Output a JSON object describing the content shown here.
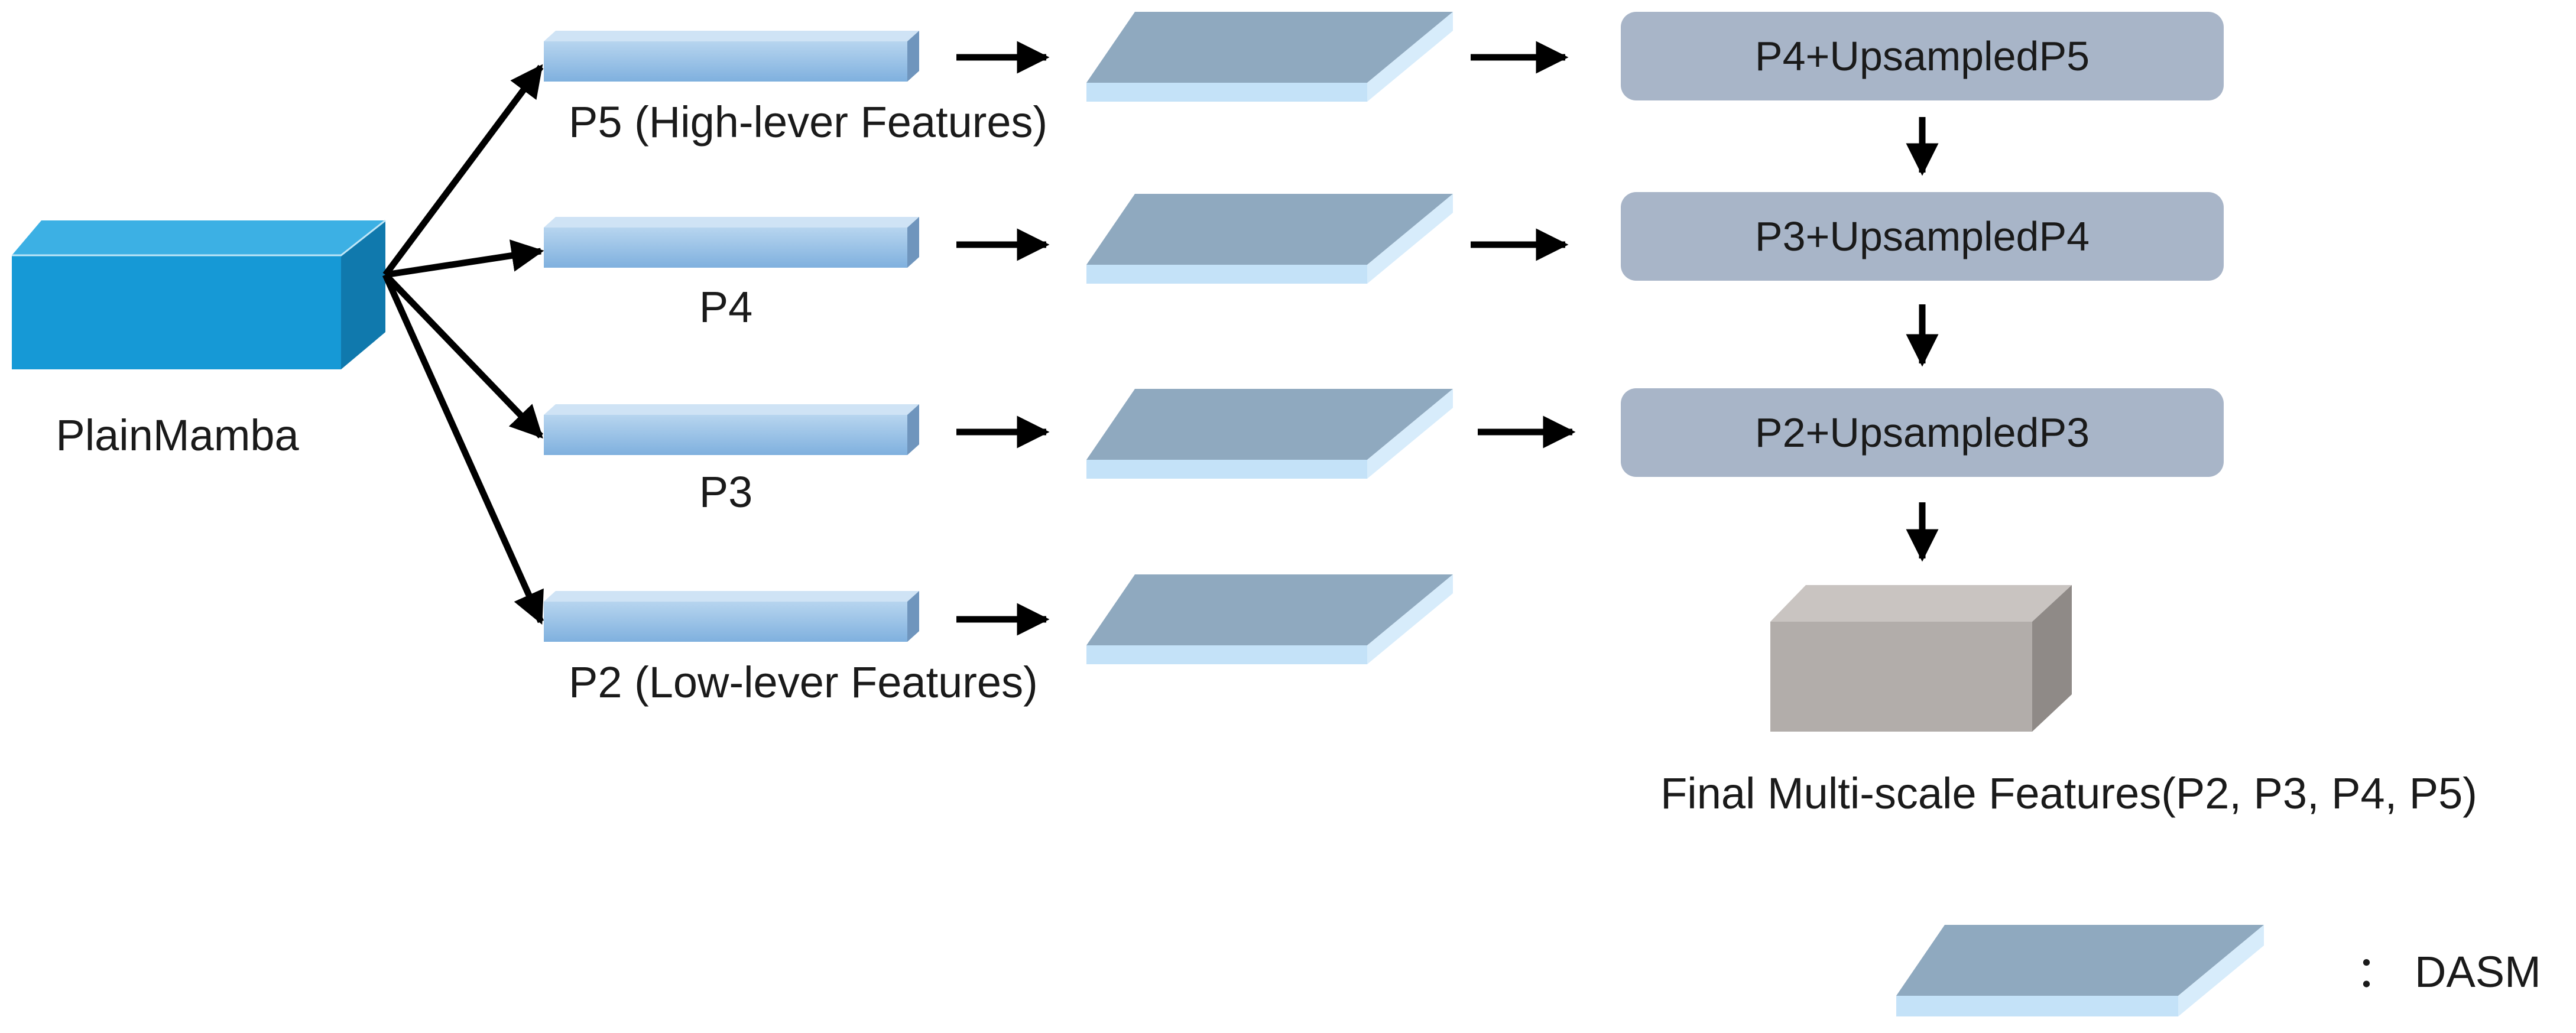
{
  "backbone": {
    "label": "PlainMamba"
  },
  "levels": [
    {
      "id": "p5",
      "label": "P5 (High-lever Features)"
    },
    {
      "id": "p4",
      "label": "P4"
    },
    {
      "id": "p3",
      "label": "P3"
    },
    {
      "id": "p2",
      "label": "P2 (Low-lever Features)"
    }
  ],
  "fusion": [
    {
      "id": "p4-up5",
      "label": "P4+UpsampledP5"
    },
    {
      "id": "p3-up4",
      "label": "P3+UpsampledP4"
    },
    {
      "id": "p2-up3",
      "label": "P2+UpsampledP3"
    }
  ],
  "output": {
    "label": "Final Multi-scale Features(P2, P3, P4, P5)"
  },
  "legend": {
    "separator": "：",
    "label": "DASM"
  },
  "colors": {
    "backbone_front": "#1699d6",
    "backbone_top": "#3cb0e4",
    "backbone_side": "#1079ad",
    "bar_front_top": "#b7d5ef",
    "bar_front_bottom": "#7fb0de",
    "dasm_top": "#8fa9bf",
    "dasm_edge": "#c4e2f8",
    "fusion_box": "#a8b5c8",
    "output_front": "#b2adaa",
    "output_top": "#c9c4c1",
    "output_side": "#8f8a87",
    "arrow": "#000000"
  },
  "icons": {
    "backbone": "cuboid",
    "feature": "flat-bar",
    "dasm": "plate",
    "output": "cuboid"
  }
}
